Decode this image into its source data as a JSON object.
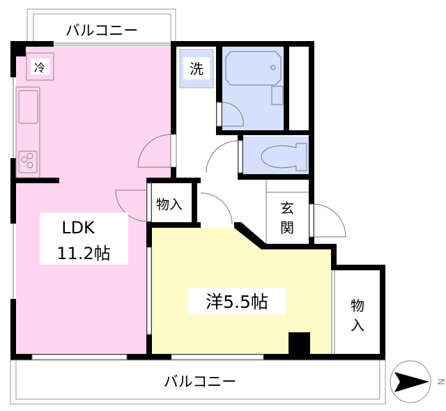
{
  "colors": {
    "ldk": "#ffd5f0",
    "western_room": "#fefac8",
    "wet_area": "#d5e0fc",
    "wall": "#000000"
  },
  "rooms": {
    "balcony_top": "バルコニー",
    "balcony_bottom": "バルコニー",
    "ldk_name": "LDK",
    "ldk_size": "11.2帖",
    "western_room": "洋5.5帖",
    "closet_small": "物入",
    "closet_right": [
      "物",
      "入"
    ],
    "entrance": [
      "玄",
      "関"
    ],
    "fridge": "冷",
    "washer": "洗"
  },
  "compass": {
    "label": "N",
    "icon": "north-arrow-icon"
  }
}
